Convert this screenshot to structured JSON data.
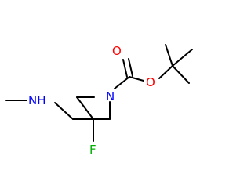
{
  "molecule": {
    "atoms": {
      "amine_nitrogen": {
        "label": "NH",
        "color": "#0000ff"
      },
      "ring_nitrogen": {
        "label": "N",
        "color": "#0000ff"
      },
      "fluorine": {
        "label": "F",
        "color": "#00b000"
      },
      "carbonyl_oxygen": {
        "label": "O",
        "color": "#ff0000"
      },
      "ester_oxygen": {
        "label": "O",
        "color": "#ff0000"
      }
    },
    "bond_color": "#000000"
  }
}
